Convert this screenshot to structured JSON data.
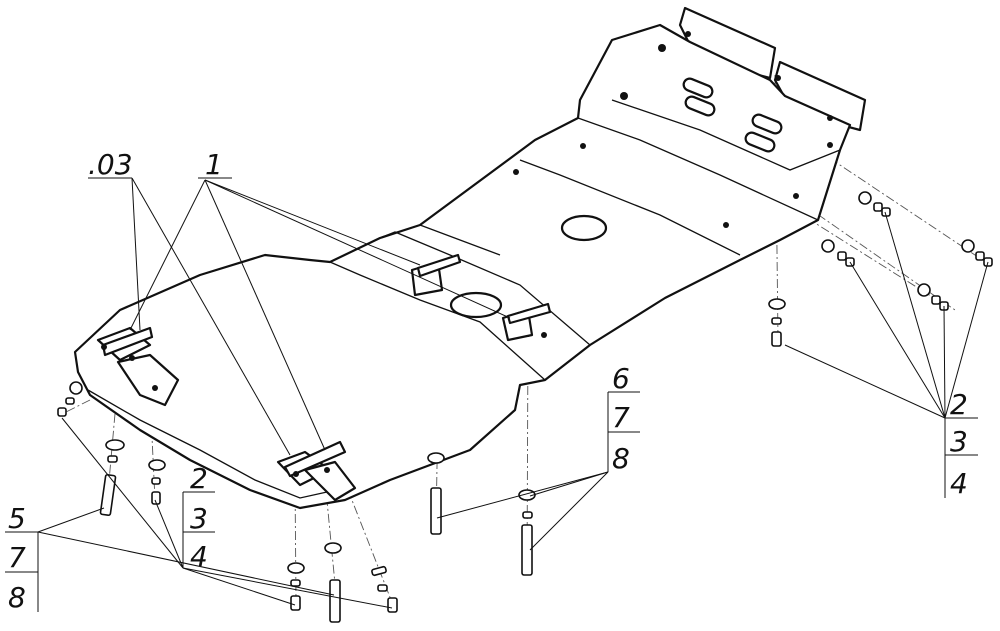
{
  "labels": {
    "part_03": ".03",
    "part_1": "1",
    "part_2_right": "2",
    "part_3_right": "3",
    "part_4_right": "4",
    "part_2_left": "2",
    "part_3_left": "3",
    "part_4_left": "4",
    "part_5": "5",
    "part_7_left": "7",
    "part_8_left": "8",
    "part_6": "6",
    "part_7_mid": "7",
    "part_8_mid": "8"
  }
}
